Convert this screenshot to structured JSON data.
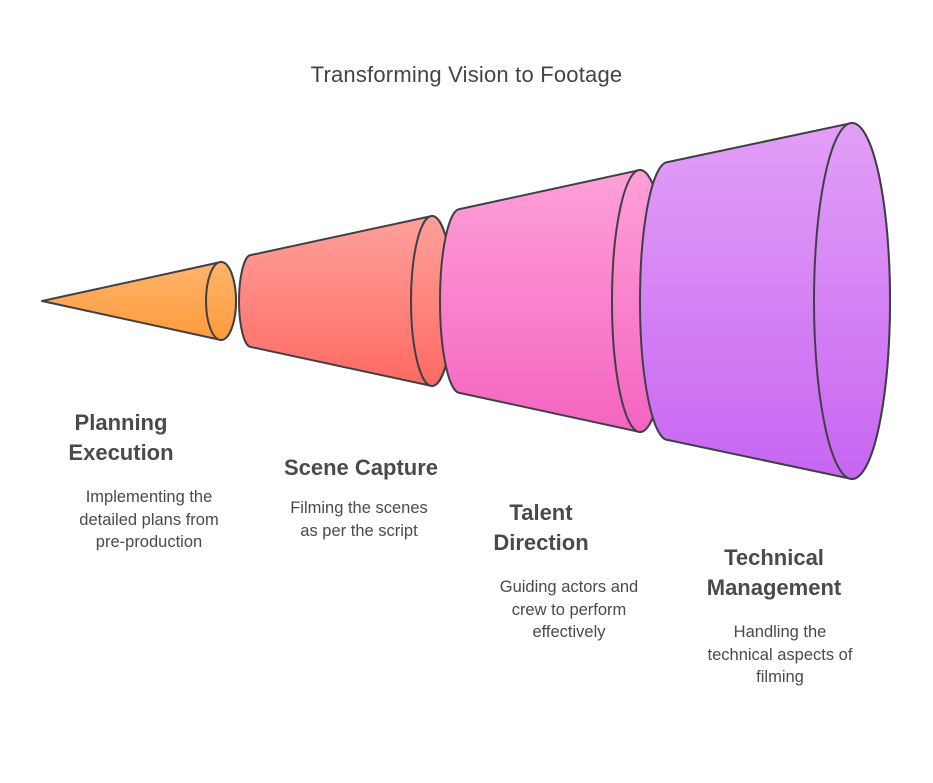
{
  "title": "Transforming Vision to Footage",
  "stages": [
    {
      "title_lines": [
        "Planning",
        "Execution"
      ],
      "desc_lines": [
        "Implementing the",
        "detailed plans from",
        "pre-production"
      ],
      "color_top": "#ffb56b",
      "color_bottom": "#ff9a3c"
    },
    {
      "title_lines": [
        "Scene Capture"
      ],
      "desc_lines": [
        "Filming the scenes",
        "as per the script"
      ],
      "color_top": "#ffa09a",
      "color_bottom": "#ff6a63"
    },
    {
      "title_lines": [
        "Talent",
        "Direction"
      ],
      "desc_lines": [
        "Guiding actors and",
        "crew to perform",
        "effectively"
      ],
      "color_top": "#ffa0d8",
      "color_bottom": "#f464c0"
    },
    {
      "title_lines": [
        "Technical",
        "Management"
      ],
      "desc_lines": [
        "Handling the",
        "technical aspects of",
        "filming"
      ],
      "color_top": "#e29ff7",
      "color_bottom": "#c766f2"
    }
  ],
  "stroke_color": "#3f3f46"
}
